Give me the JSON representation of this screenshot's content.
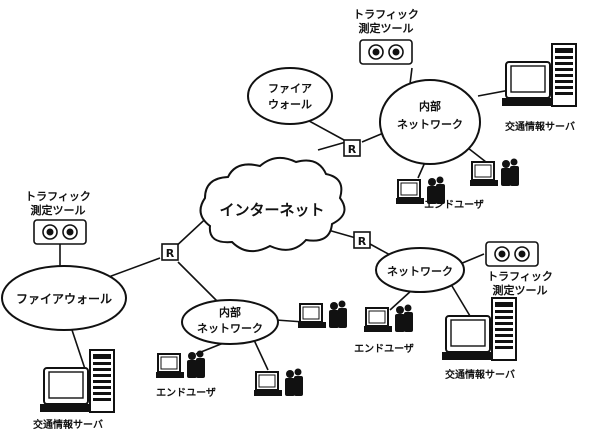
{
  "internet": "インターネット",
  "router_label": "R",
  "firewall_top": [
    "ファイア",
    "ウォール"
  ],
  "firewall_left": "ファイアウォール",
  "internal_network": [
    "内部",
    "ネットワーク"
  ],
  "network": "ネットワーク",
  "traffic_tool": [
    "トラフィック",
    "測定ツール"
  ],
  "end_user": "エンドユーザ",
  "traffic_server": "交通情報サーバ",
  "colors": {
    "ink": "#111111",
    "background": "#ffffff"
  }
}
